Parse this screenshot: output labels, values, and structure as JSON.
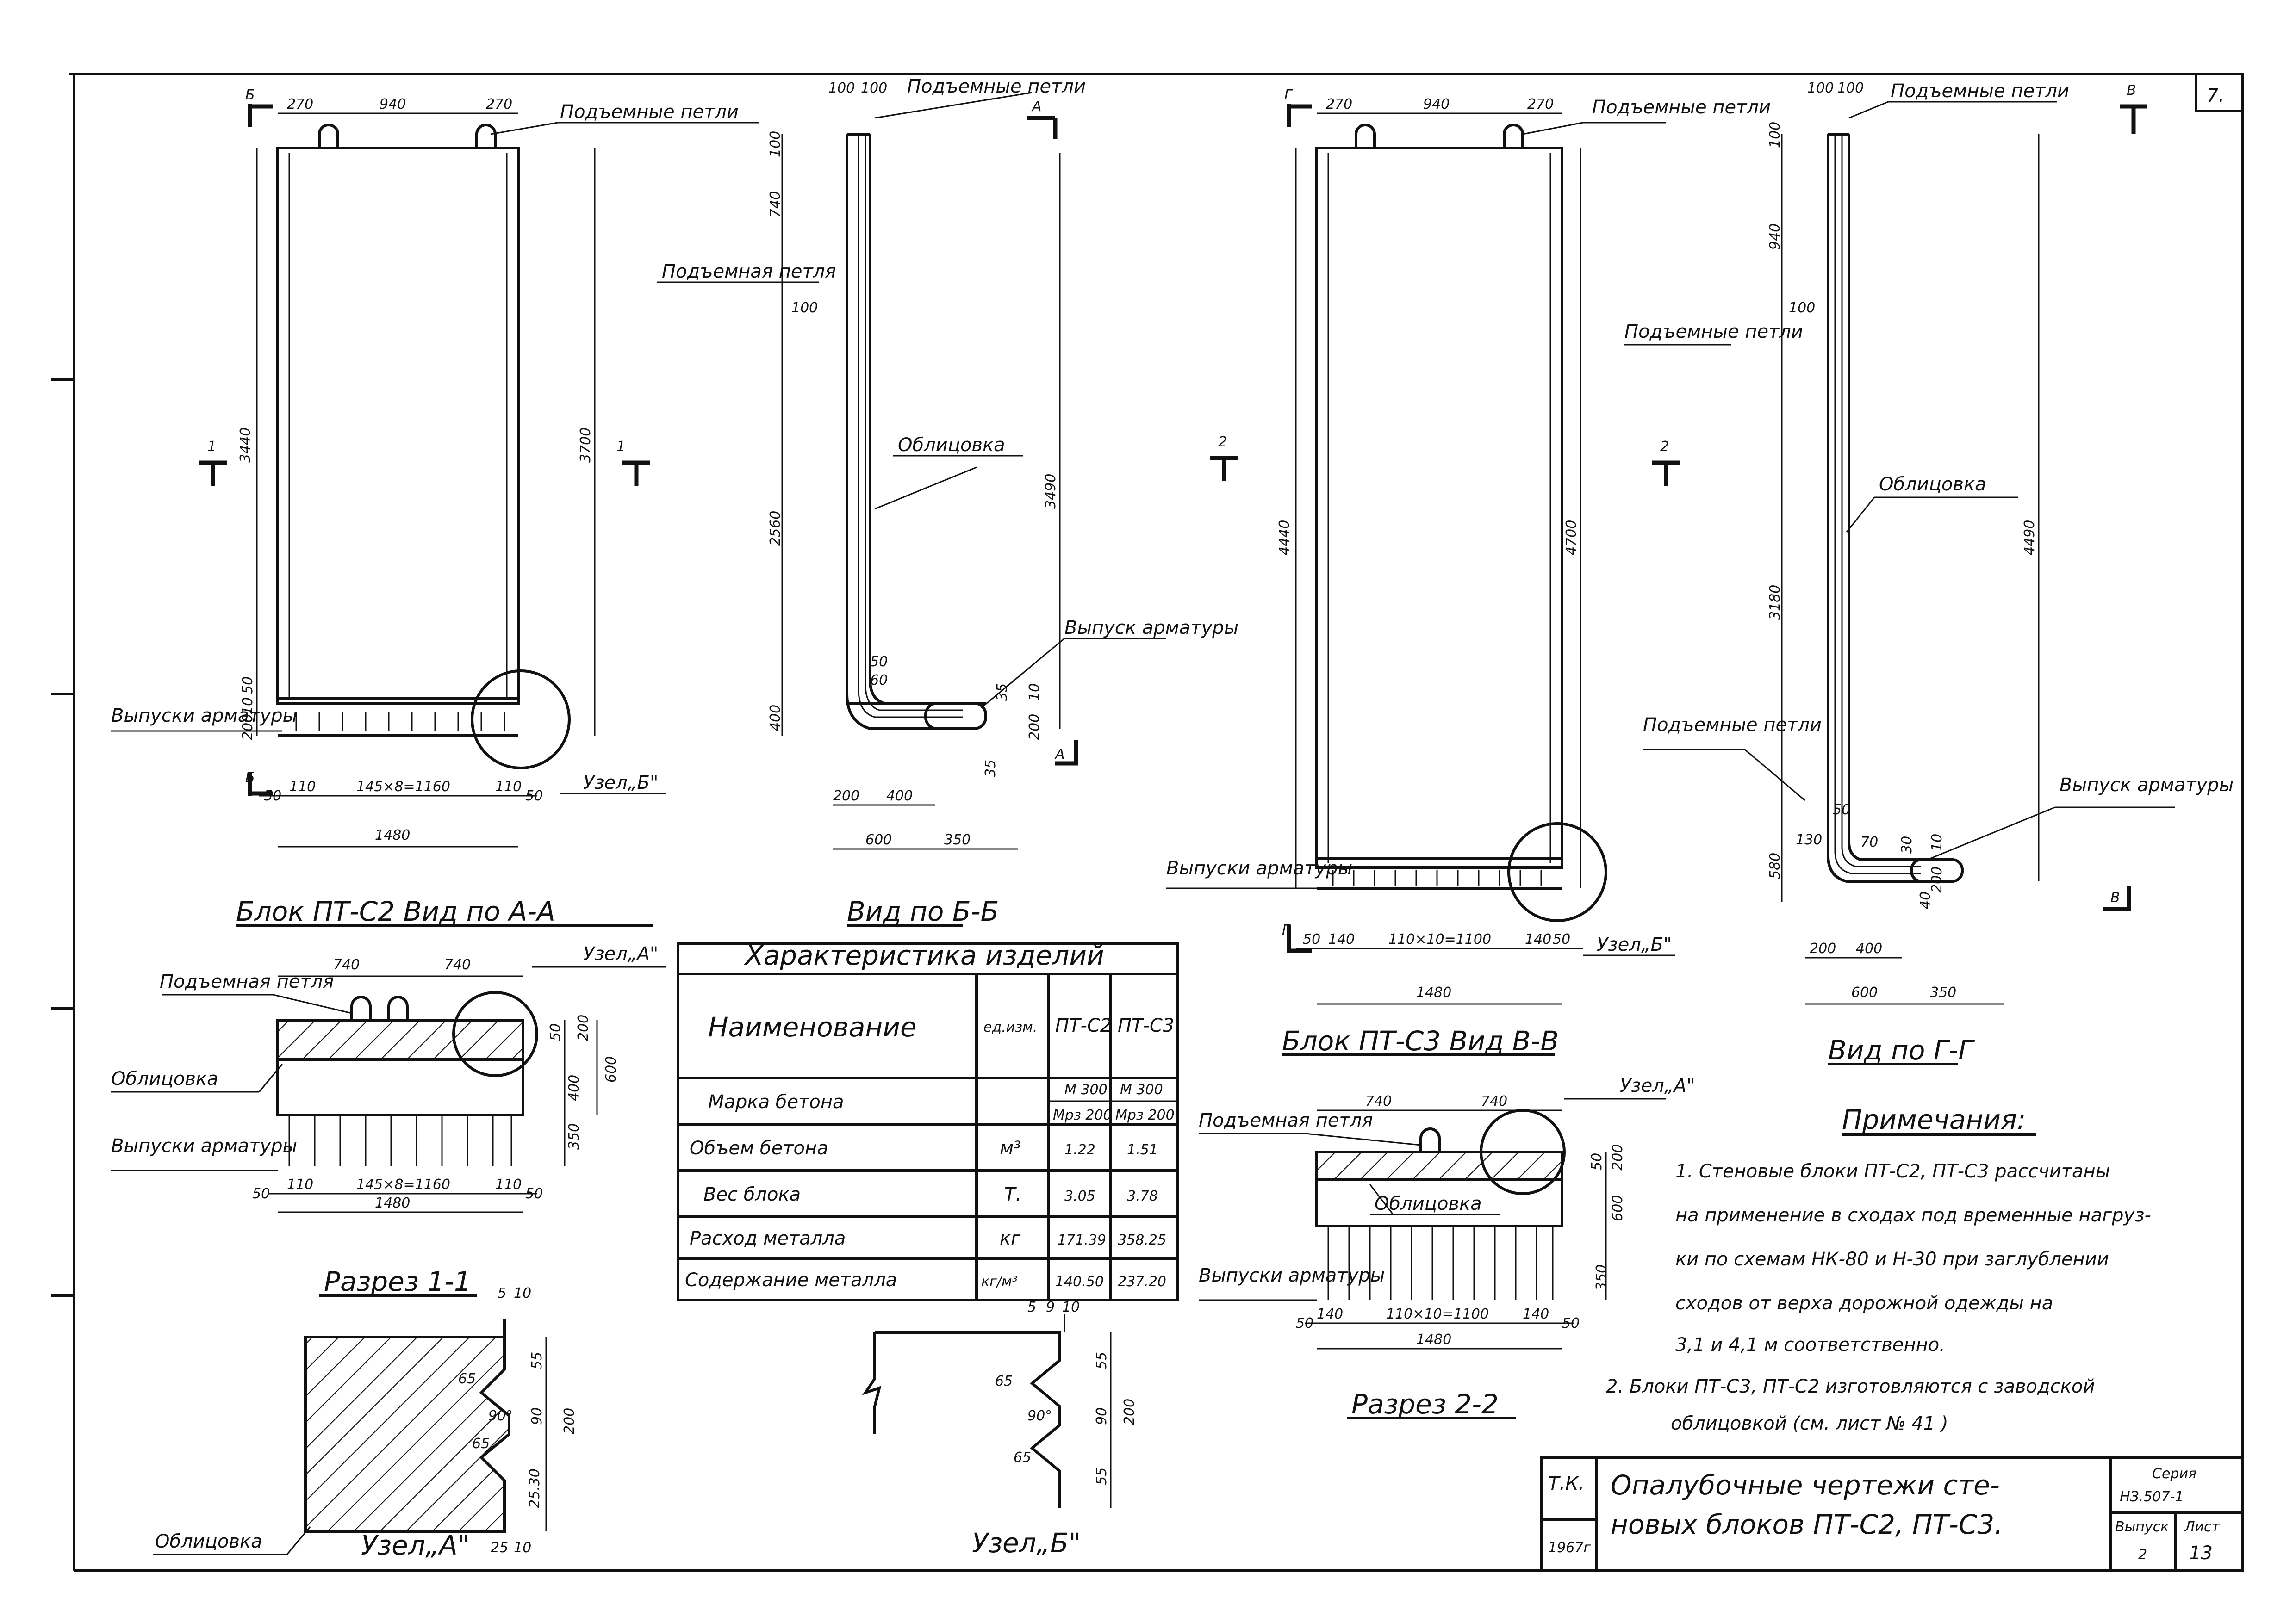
{
  "sheet": {
    "number": "7.",
    "frame_color": "#111111",
    "paper_color": "#ffffff"
  },
  "view_aa": {
    "caption": "Блок ПТ-С2 Вид по А-А",
    "loops_label": "Подъемные петли",
    "releases_label": "Выпуски арматуры",
    "node_b_label": "Узел„Б\"",
    "section_b_left": "Б",
    "section_b_bottom": "Б",
    "section_1_left": "1",
    "section_1_right": "1",
    "dims": {
      "top_270_left": "270",
      "top_940": "940",
      "top_270_right": "270",
      "height_left": "3440",
      "height_right": "3700",
      "bottom_50_left": "50",
      "bottom_110_left": "110",
      "bottom_spacing": "145×8=1160",
      "bottom_110_right": "110",
      "bottom_50_right": "50",
      "total_width": "1480",
      "small_10": "10",
      "small_50": "50",
      "small_200": "200"
    }
  },
  "view_bb": {
    "caption": "Вид по Б-Б",
    "loops_label": "Подъемные петли",
    "loop_label": "Подъемная петля",
    "facing_label": "Облицовка",
    "release_label": "Выпуск арматуры",
    "section_a_top": "А",
    "section_a_bottom": "А",
    "dims": {
      "top_100_a": "100",
      "top_100_b": "100",
      "side_100": "100",
      "side_740": "740",
      "side_100_b": "100",
      "side_2560": "2560",
      "side_400": "400",
      "height_3490": "3490",
      "bottom_200": "200",
      "bottom_400": "400",
      "bottom_600": "600",
      "bottom_350": "350",
      "r_35_a": "35",
      "r_10": "10",
      "r_200": "200",
      "r_35_b": "35",
      "small_50": "50",
      "small_60": "60"
    }
  },
  "view_vv": {
    "caption": "Блок ПТ-С3 Вид В-В",
    "loops_label": "Подъемные петли",
    "releases_label": "Выпуски арматуры",
    "node_b_label": "Узел„Б\"",
    "section_g_left": "Г",
    "section_g_bottom": "Г",
    "section_2_left": "2",
    "dims": {
      "top_270_left": "270",
      "top_940": "940",
      "top_270_right": "270",
      "height_left": "4440",
      "height_right": "4700",
      "bottom_50_left": "50",
      "bottom_140_left": "140",
      "bottom_spacing": "110×10=1100",
      "bottom_140_right": "140",
      "bottom_50_right": "50",
      "total_width": "1480"
    }
  },
  "view_gg": {
    "caption": "Вид по Г-Г",
    "loops_label_top": "Подъемные петли",
    "loops_label_mid": "Подъемные петли",
    "loops_label_low": "Подъемные петли",
    "facing_label": "Облицовка",
    "release_label": "Выпуск арматуры",
    "section_v_top": "В",
    "section_v_bottom": "В",
    "section_2_right": "2",
    "dims": {
      "top_100_a": "100",
      "top_100_b": "100",
      "side_100": "100",
      "side_940": "940",
      "side_100_b": "100",
      "side_3180": "3180",
      "side_580": "580",
      "height_4490": "4490",
      "bottom_200": "200",
      "bottom_400": "400",
      "bottom_600": "600",
      "bottom_350": "350",
      "small_130": "130",
      "small_50": "50",
      "small_30": "30",
      "small_70": "70",
      "small_10": "10",
      "small_40": "40",
      "small_200": "200"
    }
  },
  "section_11": {
    "caption": "Разрез 1-1",
    "loop_label": "Подъемная петля",
    "facing_label": "Облицовка",
    "releases_label": "Выпуски арматуры",
    "node_a_label": "Узел„А\"",
    "dims": {
      "top_740_a": "740",
      "top_740_b": "740",
      "r_200": "200",
      "r_50": "50",
      "r_600": "600",
      "r_400": "400",
      "r_350": "350",
      "b_50_left": "50",
      "b_110_left": "110",
      "b_spacing": "145×8=1160",
      "b_110_right": "110",
      "b_50_right": "50",
      "b_total": "1480"
    }
  },
  "section_22": {
    "caption": "Разрез 2-2",
    "loop_label": "Подъемная петля",
    "facing_label": "Облицовка",
    "releases_label": "Выпуски арматуры",
    "node_a_label": "Узел„А\"",
    "dims": {
      "top_740_a": "740",
      "top_740_b": "740",
      "r_200": "200",
      "r_50": "50",
      "r_600": "600",
      "r_350": "350",
      "b_50_left": "50",
      "b_140_left": "140",
      "b_spacing": "110×10=1100",
      "b_140_right": "140",
      "b_50_right": "50",
      "b_total": "1480"
    }
  },
  "node_a": {
    "caption": "Узел„А\"",
    "facing_label": "Облицовка",
    "dims": {
      "t_5": "5",
      "t_10": "10",
      "r_55": "55",
      "r_90": "90",
      "r_200": "200",
      "r_25_30": "25.30",
      "d_65_a": "65",
      "d_90": "90°",
      "d_65_b": "65",
      "b_25": "25",
      "b_10": "10"
    }
  },
  "node_b": {
    "caption": "Узел„Б\"",
    "dims": {
      "t_5": "5",
      "t_9": "9",
      "t_10": "10",
      "r_55_a": "55",
      "r_90": "90",
      "r_200": "200",
      "r_55_b": "55",
      "d_65_a": "65",
      "d_90": "90°",
      "d_65_b": "65"
    }
  },
  "characteristics_table": {
    "title": "Характеристика изделий",
    "headers": [
      "Наименование",
      "ед.изм.",
      "ПТ-С2",
      "ПТ-С3"
    ],
    "rows": [
      {
        "name": "Марка бетона",
        "unit": "",
        "c2_a": "М 300",
        "c2_b": "Мрз 200",
        "c3_a": "М 300",
        "c3_b": "Мрз 200"
      },
      {
        "name": "Объем бетона",
        "unit": "м³",
        "c2": "1.22",
        "c3": "1.51"
      },
      {
        "name": "Вес блока",
        "unit": "Т.",
        "c2": "3.05",
        "c3": "3.78"
      },
      {
        "name": "Расход металла",
        "unit": "кг",
        "c2": "171.39",
        "c3": "358.25"
      },
      {
        "name": "Содержание металла",
        "unit": "кг/м³",
        "c2": "140.50",
        "c3": "237.20"
      }
    ]
  },
  "notes": {
    "heading": "Примечания:",
    "lines": [
      "1. Стеновые блоки ПТ-С2, ПТ-С3 рассчитаны",
      "на применение в сходах под временные нагруз-",
      "ки по схемам НК-80 и Н-30 при заглублении",
      "сходов от верха дорожной одежды на",
      "3,1 и 4,1 м соответственно.",
      "2. Блоки ПТ-С3, ПТ-С2 изготовляются с заводской",
      "облицовкой (см. лист № 41 )"
    ]
  },
  "title_block": {
    "org": "Т.К.",
    "year": "1967г",
    "title_line1": "Опалубочные чертежи сте-",
    "title_line2": "новых блоков ПТ-С2, ПТ-С3.",
    "series_label": "Серия",
    "series_value": "НЗ.507-1",
    "issue_label": "Выпуск",
    "issue_value": "2",
    "sheet_label": "Лист",
    "sheet_value": "13"
  }
}
